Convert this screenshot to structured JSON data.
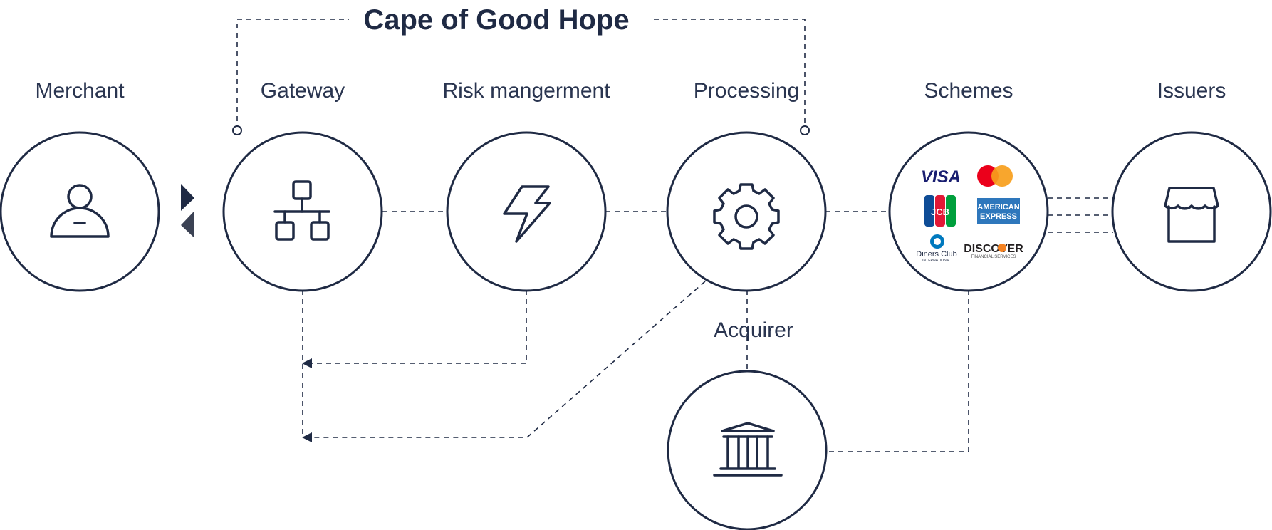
{
  "title": "Cape of Good Hope",
  "nodes": {
    "merchant": {
      "label": "Merchant",
      "icon": "person-icon"
    },
    "gateway": {
      "label": "Gateway",
      "icon": "network-icon"
    },
    "risk": {
      "label": "Risk mangerment",
      "icon": "lightning-icon"
    },
    "processing": {
      "label": "Processing",
      "icon": "gear-icon"
    },
    "schemes": {
      "label": "Schemes",
      "icon": "card-schemes-icon"
    },
    "issuers": {
      "label": "Issuers",
      "icon": "storefront-icon"
    },
    "acquirer": {
      "label": "Acquirer",
      "icon": "bank-icon"
    }
  },
  "schemes": {
    "visa": "VISA",
    "jcb": "JCB",
    "amex_line1": "AMERICAN",
    "amex_line2": "EXPRESS",
    "diners_line1": "Diners Club",
    "diners_line2": "INTERNATIONAL",
    "discover_line1": "DISCOVER",
    "discover_line2": "FINANCIAL SERVICES"
  },
  "colors": {
    "stroke": "#1f2a44",
    "label": "#2a3550",
    "visa": "#1a1f71",
    "mastercard_red": "#eb001b",
    "mastercard_yellow": "#f79e1b",
    "amex": "#2e77bc",
    "discover_orange": "#f58220"
  }
}
